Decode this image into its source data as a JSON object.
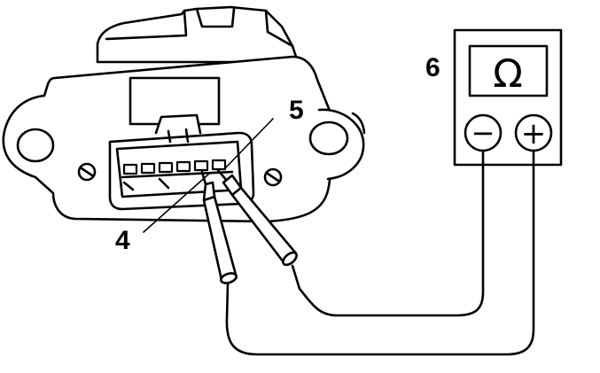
{
  "callouts": {
    "part_4": "4",
    "part_5": "5",
    "part_6": "6"
  },
  "meter": {
    "display_symbol": "Ω",
    "negative_terminal_symbol": "−",
    "positive_terminal_symbol": "+"
  },
  "icons": {
    "meter": "ohmmeter-icon",
    "sensor": "sensor-connector-icon",
    "probe": "test-probe-icon"
  },
  "colors": {
    "ink": "#000000",
    "paper": "#ffffff"
  }
}
